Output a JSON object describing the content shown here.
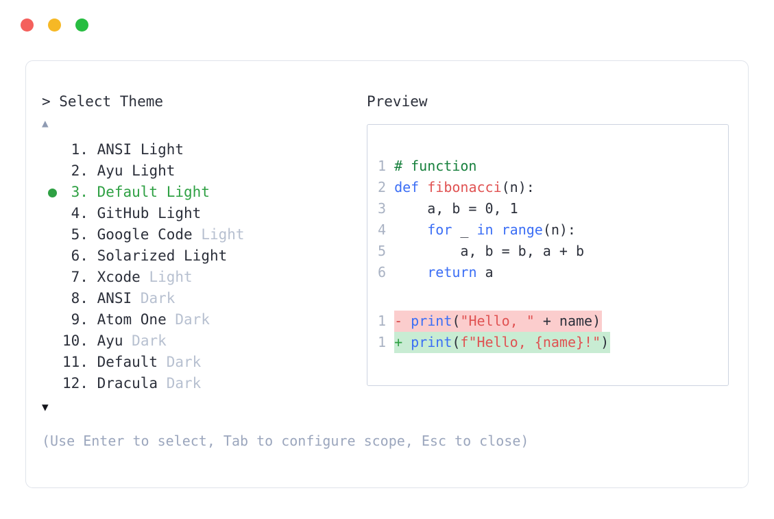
{
  "window": {
    "traffic_lights": [
      {
        "name": "close",
        "color": "#f4605c"
      },
      {
        "name": "minimize",
        "color": "#f6b825"
      },
      {
        "name": "maximize",
        "color": "#27bd41"
      }
    ]
  },
  "left": {
    "prompt": "> Select Theme",
    "scroll_up_icon": "▲",
    "scroll_down_icon": "▼",
    "selected_index": 3,
    "selection_color": "#2ea043",
    "items": [
      {
        "index": "1.",
        "name": "ANSI",
        "variant": "Light",
        "dim_variant": false,
        "selected": false
      },
      {
        "index": "2.",
        "name": "Ayu",
        "variant": "Light",
        "dim_variant": false,
        "selected": false
      },
      {
        "index": "3.",
        "name": "Default",
        "variant": "Light",
        "dim_variant": false,
        "selected": true
      },
      {
        "index": "4.",
        "name": "GitHub",
        "variant": "Light",
        "dim_variant": false,
        "selected": false
      },
      {
        "index": "5.",
        "name": "Google Code",
        "variant": "Light",
        "dim_variant": true,
        "selected": false
      },
      {
        "index": "6.",
        "name": "Solarized",
        "variant": "Light",
        "dim_variant": false,
        "selected": false
      },
      {
        "index": "7.",
        "name": "Xcode",
        "variant": "Light",
        "dim_variant": true,
        "selected": false
      },
      {
        "index": "8.",
        "name": "ANSI",
        "variant": "Dark",
        "dim_variant": true,
        "selected": false
      },
      {
        "index": "9.",
        "name": "Atom One",
        "variant": "Dark",
        "dim_variant": true,
        "selected": false
      },
      {
        "index": "10.",
        "name": "Ayu",
        "variant": "Dark",
        "dim_variant": true,
        "selected": false
      },
      {
        "index": "11.",
        "name": "Default",
        "variant": "Dark",
        "dim_variant": true,
        "selected": false
      },
      {
        "index": "12.",
        "name": "Dracula",
        "variant": "Dark",
        "dim_variant": true,
        "selected": false
      }
    ],
    "hint": "(Use Enter to select, Tab to configure scope, Esc to close)"
  },
  "right": {
    "title": "Preview",
    "code_lines": [
      {
        "num": "1",
        "tokens": [
          {
            "t": "# function",
            "c": "comment"
          }
        ]
      },
      {
        "num": "2",
        "tokens": [
          {
            "t": "def ",
            "c": "keyword"
          },
          {
            "t": "fibonacci",
            "c": "fname"
          },
          {
            "t": "(n):",
            "c": "plain"
          }
        ]
      },
      {
        "num": "3",
        "tokens": [
          {
            "t": "    a, b = 0, 1",
            "c": "plain"
          }
        ]
      },
      {
        "num": "4",
        "tokens": [
          {
            "t": "    ",
            "c": "plain"
          },
          {
            "t": "for",
            "c": "keyword"
          },
          {
            "t": " _ ",
            "c": "plain"
          },
          {
            "t": "in range",
            "c": "keyword"
          },
          {
            "t": "(n):",
            "c": "plain"
          }
        ]
      },
      {
        "num": "5",
        "tokens": [
          {
            "t": "        a, b = b, a + b",
            "c": "plain"
          }
        ]
      },
      {
        "num": "6",
        "tokens": [
          {
            "t": "    ",
            "c": "plain"
          },
          {
            "t": "return",
            "c": "keyword"
          },
          {
            "t": " a",
            "c": "plain"
          }
        ]
      }
    ],
    "diff_lines": [
      {
        "num": "1",
        "kind": "del",
        "marker": "-",
        "bg": "#fbcdcd",
        "tokens": [
          {
            "t": "print",
            "c": "builtin"
          },
          {
            "t": "(",
            "c": "plain"
          },
          {
            "t": "\"Hello, \"",
            "c": "string"
          },
          {
            "t": " + name)",
            "c": "plain"
          }
        ]
      },
      {
        "num": "1",
        "kind": "add",
        "marker": "+",
        "bg": "#c8ecd3",
        "tokens": [
          {
            "t": "print",
            "c": "builtin"
          },
          {
            "t": "(",
            "c": "plain"
          },
          {
            "t": "f\"Hello, {name}!\"",
            "c": "string"
          },
          {
            "t": ")",
            "c": "plain"
          }
        ]
      }
    ]
  }
}
